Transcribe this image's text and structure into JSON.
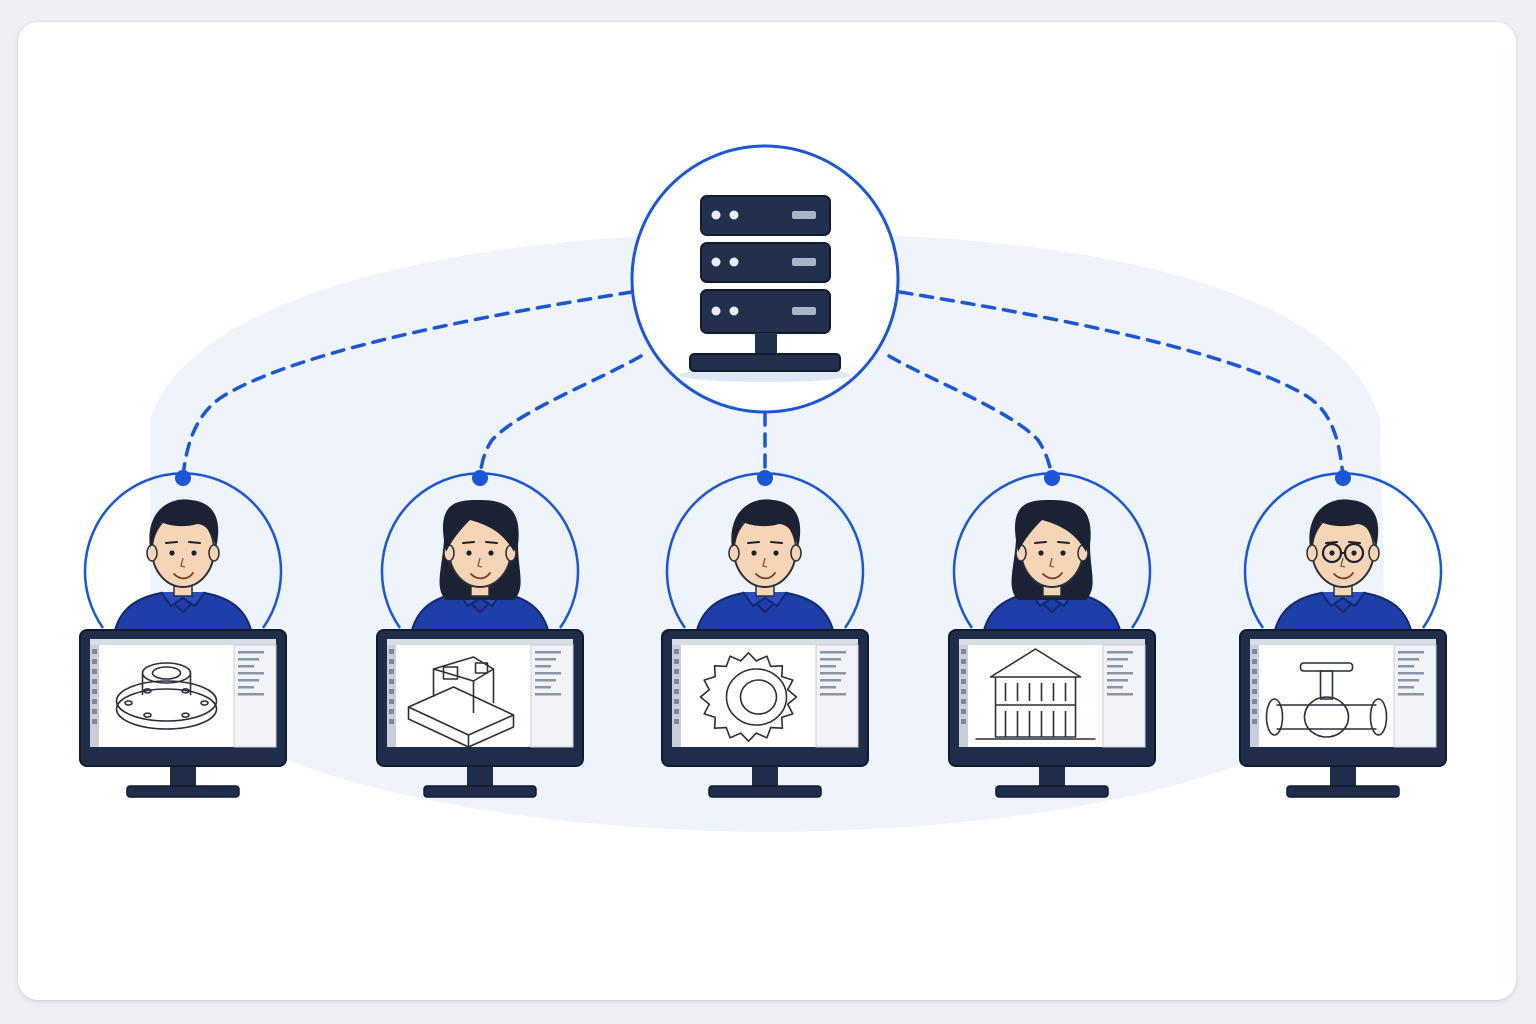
{
  "diagram": {
    "hub": {
      "icon": "server-rack-icon"
    },
    "clients": [
      {
        "person": "man-short-hair",
        "screen": "cad-flange-drawing-icon"
      },
      {
        "person": "woman-long-hair",
        "screen": "cad-machined-block-drawing-icon"
      },
      {
        "person": "man-short-hair",
        "screen": "cad-gear-drawing-icon"
      },
      {
        "person": "woman-long-hair",
        "screen": "cad-building-drawing-icon"
      },
      {
        "person": "man-glasses",
        "screen": "cad-valve-drawing-icon"
      }
    ],
    "connection_style": "dashed",
    "colors": {
      "accent": "#1a56d6",
      "dark": "#1f2d4a",
      "shirt": "#1f3fa8",
      "skin": "#f6d5b6",
      "hair": "#1b2233",
      "background_blob": "#eef3fc"
    }
  }
}
